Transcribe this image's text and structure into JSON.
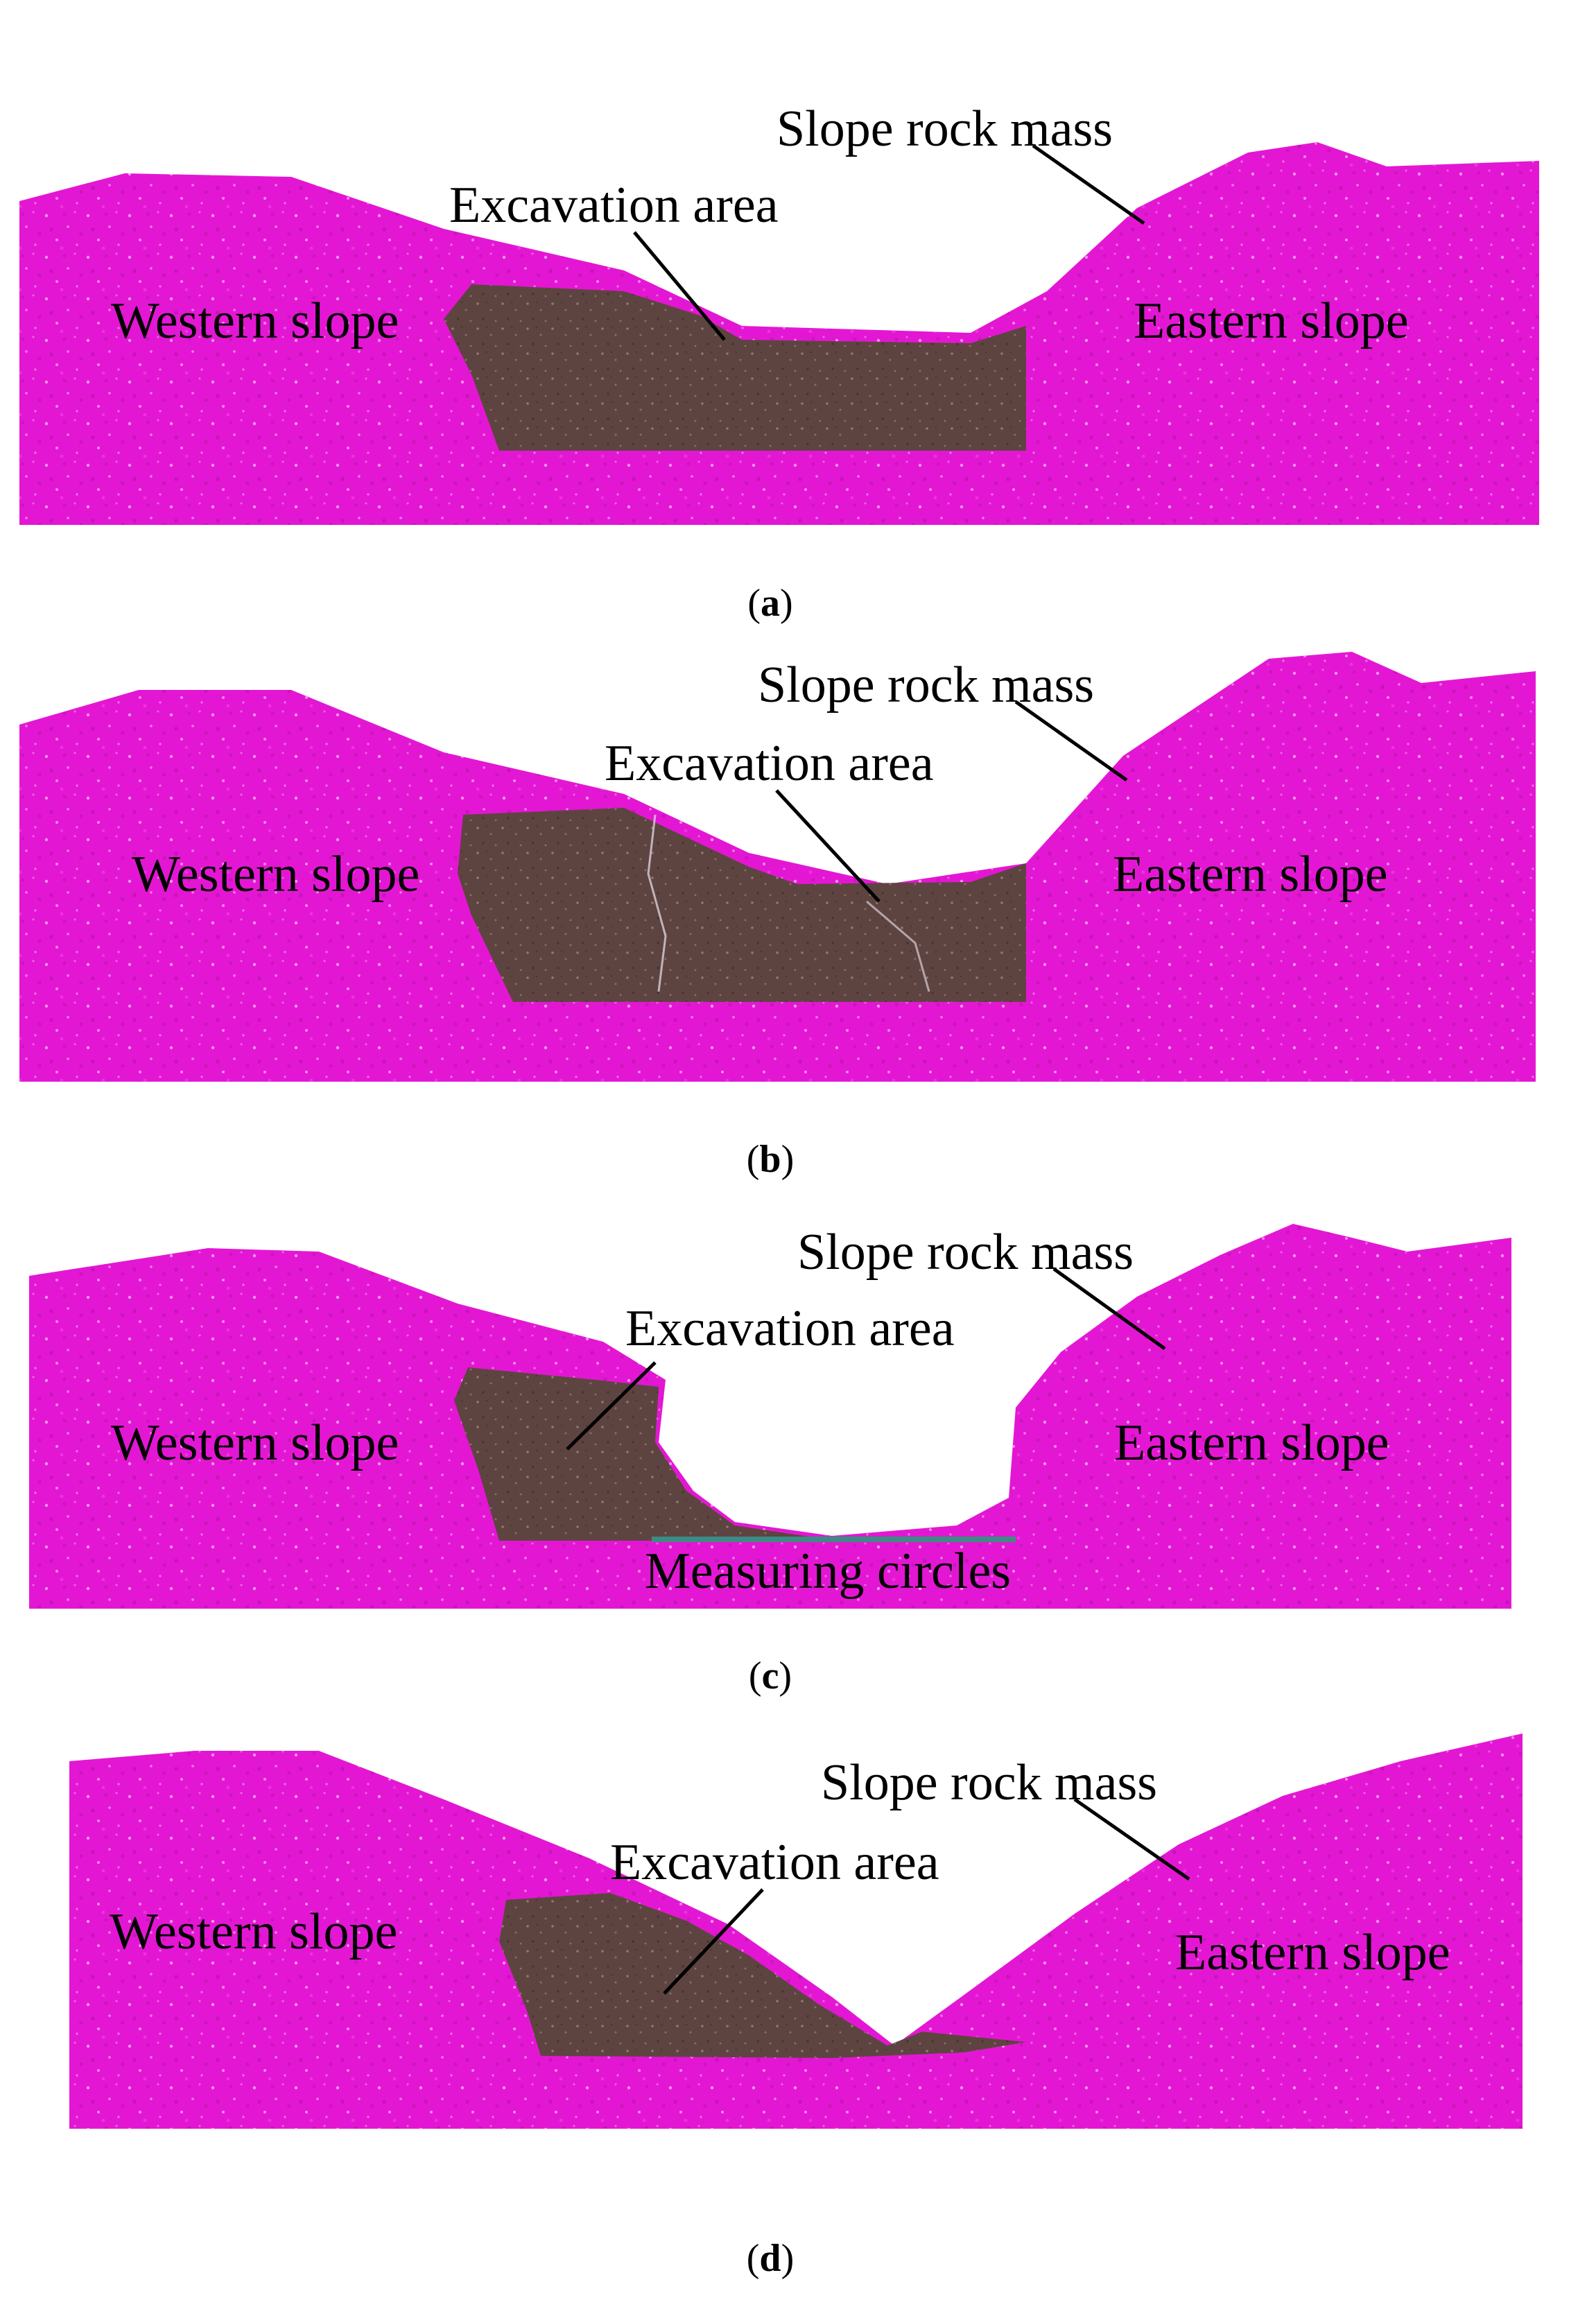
{
  "colors": {
    "rock_mass": "#e317d3",
    "excavation_area": "#5e4440",
    "background": "#ffffff",
    "measuring_circles": "#3e8a84"
  },
  "panels": [
    {
      "id": "a",
      "caption": {
        "open": "(",
        "letter": "a",
        "close": ")"
      },
      "labels": {
        "slope_rock_mass": "Slope rock mass",
        "excavation_area": "Excavation area",
        "western_slope": "Western slope",
        "eastern_slope": "Eastern slope"
      }
    },
    {
      "id": "b",
      "caption": {
        "open": "(",
        "letter": "b",
        "close": ")"
      },
      "labels": {
        "slope_rock_mass": "Slope rock mass",
        "excavation_area": "Excavation area",
        "western_slope": "Western slope",
        "eastern_slope": "Eastern slope"
      }
    },
    {
      "id": "c",
      "caption": {
        "open": "(",
        "letter": "c",
        "close": ")"
      },
      "labels": {
        "slope_rock_mass": "Slope rock mass",
        "excavation_area": "Excavation area",
        "western_slope": "Western slope",
        "eastern_slope": "Eastern slope",
        "measuring_circles": "Measuring circles"
      }
    },
    {
      "id": "d",
      "caption": {
        "open": "(",
        "letter": "d",
        "close": ")"
      },
      "labels": {
        "slope_rock_mass": "Slope rock mass",
        "excavation_area": "Excavation area",
        "western_slope": "Western slope",
        "eastern_slope": "Eastern slope"
      }
    }
  ]
}
